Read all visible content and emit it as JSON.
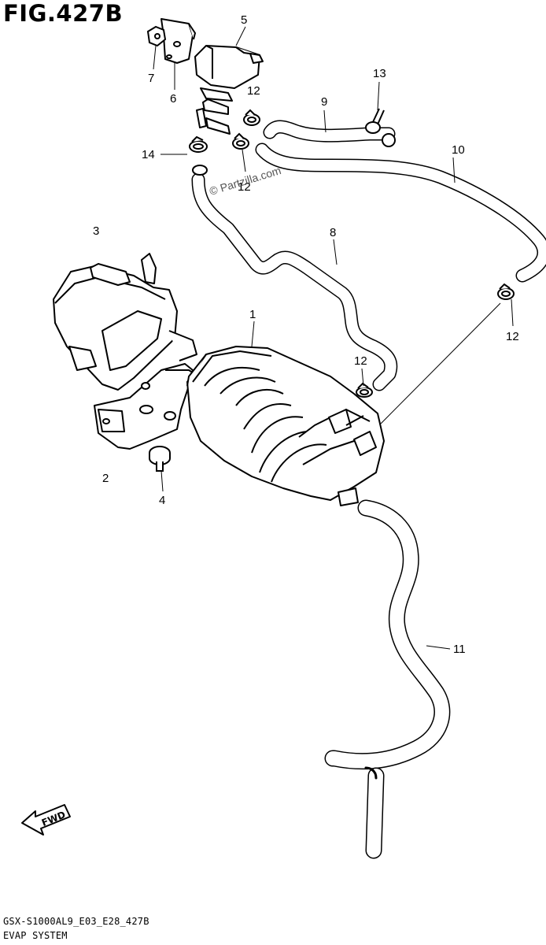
{
  "figure": {
    "title": "FIG.427B",
    "footer_code": "GSX-S1000AL9_E03_E28_427B",
    "footer_name": "EVAP SYSTEM",
    "watermark": "© Partzilla.com",
    "direction_label": "FWD"
  },
  "callouts": {
    "c1": "1",
    "c2": "2",
    "c3": "3",
    "c4": "4",
    "c5": "5",
    "c6": "6",
    "c7": "7",
    "c8": "8",
    "c9": "9",
    "c10": "10",
    "c11": "11",
    "c12a": "12",
    "c12b": "12",
    "c12c": "12",
    "c12d": "12",
    "c13": "13",
    "c14": "14"
  },
  "parts": [
    {
      "ref": "1",
      "name": "canister"
    },
    {
      "ref": "2",
      "name": "bracket"
    },
    {
      "ref": "3",
      "name": "canister cover"
    },
    {
      "ref": "4",
      "name": "bolt"
    },
    {
      "ref": "5",
      "name": "purge control valve"
    },
    {
      "ref": "6",
      "name": "valve bracket"
    },
    {
      "ref": "7",
      "name": "nut"
    },
    {
      "ref": "8",
      "name": "hose"
    },
    {
      "ref": "9",
      "name": "hose"
    },
    {
      "ref": "10",
      "name": "hose"
    },
    {
      "ref": "11",
      "name": "hose"
    },
    {
      "ref": "12",
      "name": "clamp"
    },
    {
      "ref": "13",
      "name": "clamp"
    },
    {
      "ref": "14",
      "name": "clamp"
    }
  ]
}
